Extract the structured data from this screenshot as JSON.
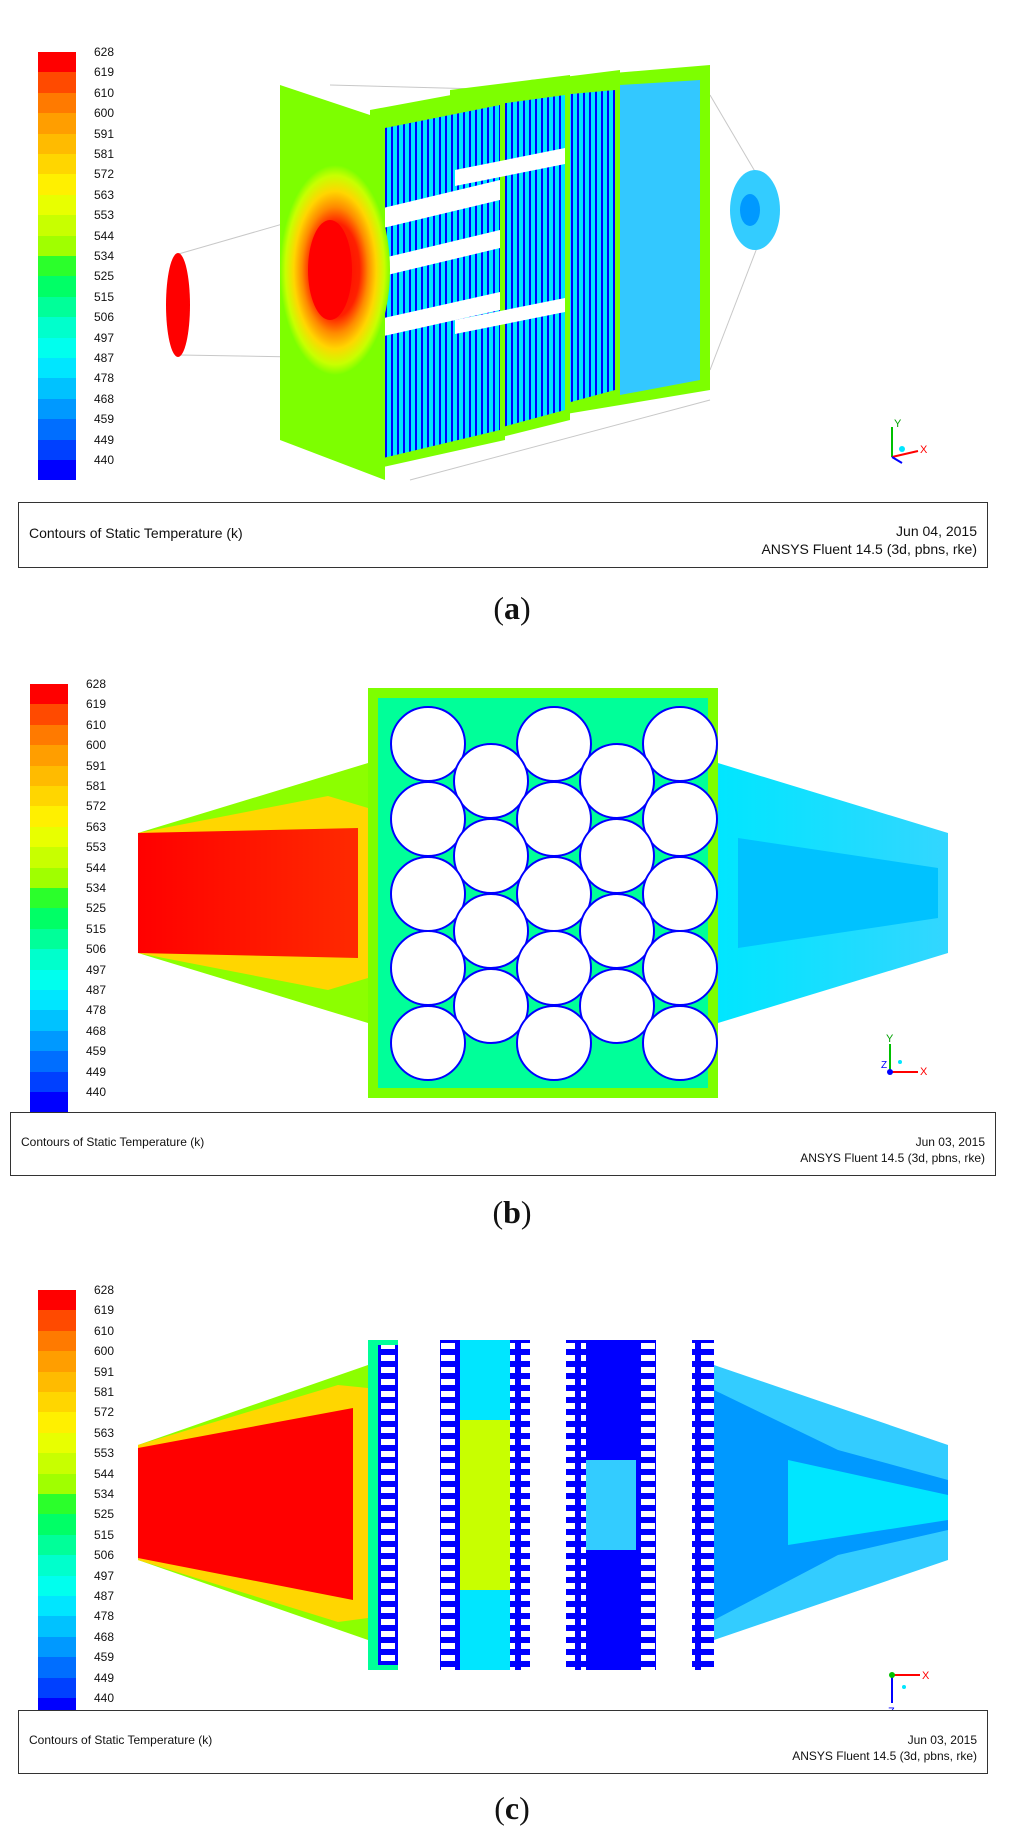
{
  "colorbar": {
    "labels": [
      "628",
      "619",
      "610",
      "600",
      "591",
      "581",
      "572",
      "563",
      "553",
      "544",
      "534",
      "525",
      "515",
      "506",
      "497",
      "487",
      "478",
      "468",
      "459",
      "449",
      "440"
    ],
    "colors": [
      "#ff0000",
      "#ff4a00",
      "#ff7a00",
      "#ff9e00",
      "#ffbb00",
      "#ffd600",
      "#fff000",
      "#e8ff00",
      "#c8ff00",
      "#a0ff00",
      "#2bff2b",
      "#00ff66",
      "#00ff99",
      "#00ffcc",
      "#00ffee",
      "#00e6ff",
      "#00c2ff",
      "#0099ff",
      "#006eff",
      "#0040ff",
      "#0000ff"
    ]
  },
  "panels": [
    {
      "title": "Contours of Static Temperature (k)",
      "date": "Jun 04, 2015",
      "software": "ANSYS Fluent 14.5 (3d, pbns, rke)",
      "label_open": "(",
      "label_letter": "a",
      "label_close": ")"
    },
    {
      "title": "Contours of Static Temperature (k)",
      "date": "Jun 03, 2015",
      "software": "ANSYS Fluent 14.5 (3d, pbns, rke)",
      "label_open": "(",
      "label_letter": "b",
      "label_close": ")"
    },
    {
      "title": "Contours of Static Temperature (k)",
      "date": "Jun 03, 2015",
      "software": "ANSYS Fluent 14.5 (3d, pbns, rke)",
      "label_open": "(",
      "label_letter": "c",
      "label_close": ")"
    }
  ],
  "axis_labels": {
    "x": "X",
    "y": "Y",
    "z": "Z"
  }
}
